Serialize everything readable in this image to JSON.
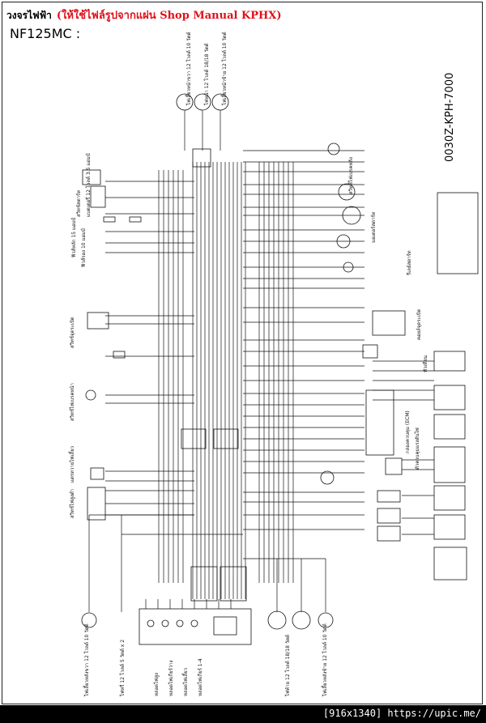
{
  "header": {
    "title_thai": "วงจรไฟฟ้า",
    "title_note": "(ให้ใช้ไฟล์รูปจากแผ่น Shop Manual KPHX)",
    "model_code": "NF125MC :",
    "part_number": "0030Z-KPH-7000"
  },
  "source": {
    "badge": "[916x1340] https://upic.me/"
  },
  "colors": {
    "accent_red": "#e0101a",
    "line": "#111111",
    "badge_bg": "#000000",
    "badge_text": "#ffffff"
  },
  "diagram": {
    "top_labels": [
      "ไฟเลี้ยวหน้าขวา 12 โวลต์ 10 วัตต์",
      "ไฟหน้า 12 โวลต์ 18/18 วัตต์",
      "ไฟเลี้ยวหน้าซ้าย 12 โวลต์ 10 วัตต์"
    ],
    "left_labels": [
      "สวิทช์สตาร์ท",
      "แบตเตอรี่ 12 โวลต์ 3.5 แอมป์",
      "ฟิวส์หลัก 15 แอมป์",
      "ฟิวส์รอง 10 แอมป์",
      "สวิทช์จุดระเบิด",
      "สวิทช์ไฟเบรคหน้า",
      "แตรทวายไฟเลี้ยว",
      "สวิทช์ไฟสูงต่ำ"
    ],
    "right_labels": [
      "สวิทช์ไฟเบรคหลัง",
      "มอเตอร์สตาร์ท",
      "รีเลย์สตาร์ท",
      "คอยล์จุดระเบิด",
      "หัวเทียน",
      "กล่องควบคุม (ECM)",
      "ตัวควบคุมแรงดันไฟ"
    ],
    "bottom_labels": [
      "ไฟเลี้ยวหลังขวา 12 โวลต์ 10 วัตต์",
      "ไฟหรี่ 12 โวลต์ 5 วัตต์ x 2",
      "หลอดไฟสูง",
      "หลอดไฟเกียร์ว่าง",
      "หลอดไฟเลี้ยว",
      "หลอดไฟเกียร์ 1-4",
      "ไฟท้าย 12 โวลต์ 18/18 วัตต์",
      "ไฟเลี้ยวหลังซ้าย 12 โวลต์ 10 วัตต์"
    ]
  }
}
